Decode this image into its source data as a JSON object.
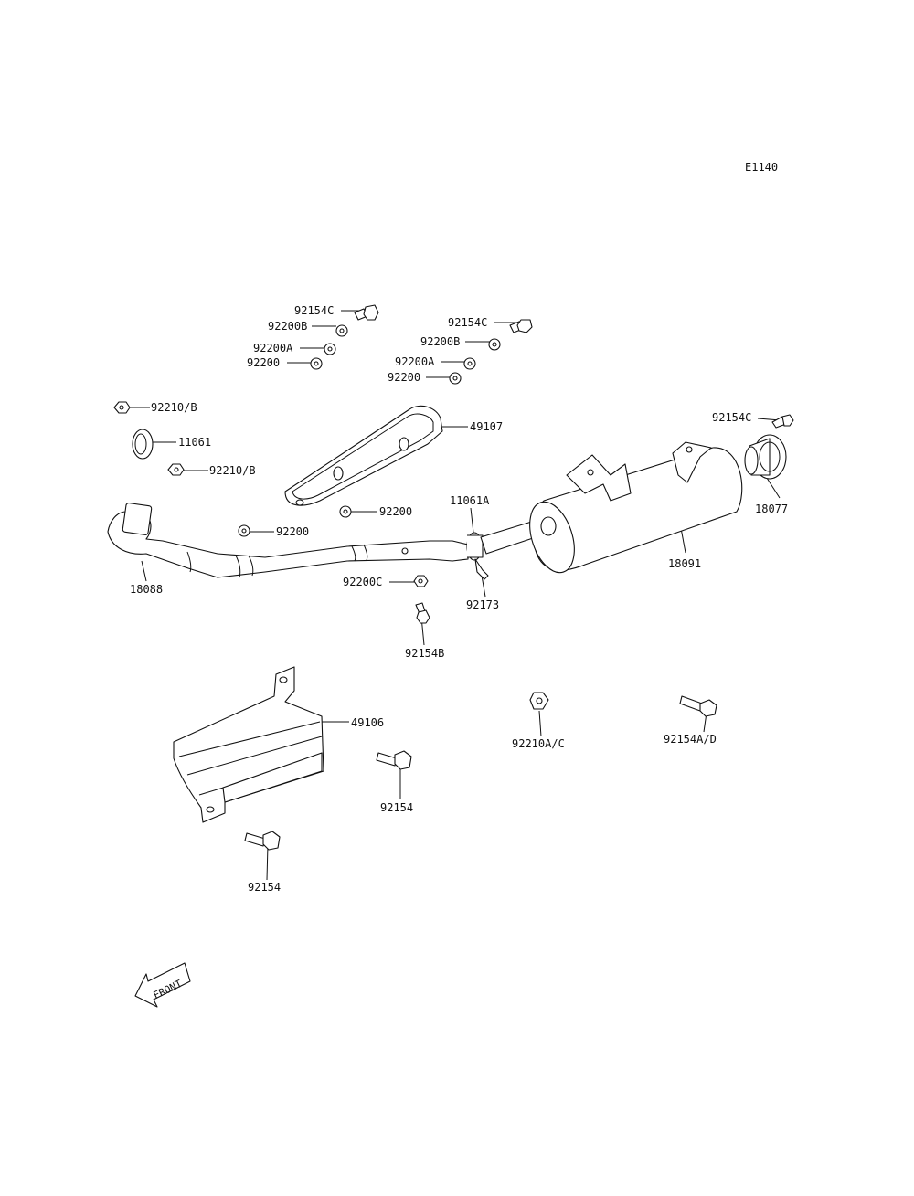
{
  "diagram_code": "E1140",
  "front_label": "FRONT",
  "parts": {
    "p92154C_a": "92154C",
    "p92200B_a": "92200B",
    "p92200A_a": "92200A",
    "p92200_a": "92200",
    "p92154C_b": "92154C",
    "p92200B_b": "92200B",
    "p92200A_b": "92200A",
    "p92200_b": "92200",
    "p92210B_a": "92210/B",
    "p11061": "11061",
    "p92210B_b": "92210/B",
    "p49107": "49107",
    "p92154C_c": "92154C",
    "p18077": "18077",
    "p92200_c": "92200",
    "p11061A": "11061A",
    "p92200_d": "92200",
    "p18088": "18088",
    "p18091": "18091",
    "p92200C": "92200C",
    "p92173": "92173",
    "p92154B": "92154B",
    "p49106": "49106",
    "p92210AC": "92210A/C",
    "p92154AD": "92154A/D",
    "p92154_a": "92154",
    "p92154_b": "92154"
  }
}
